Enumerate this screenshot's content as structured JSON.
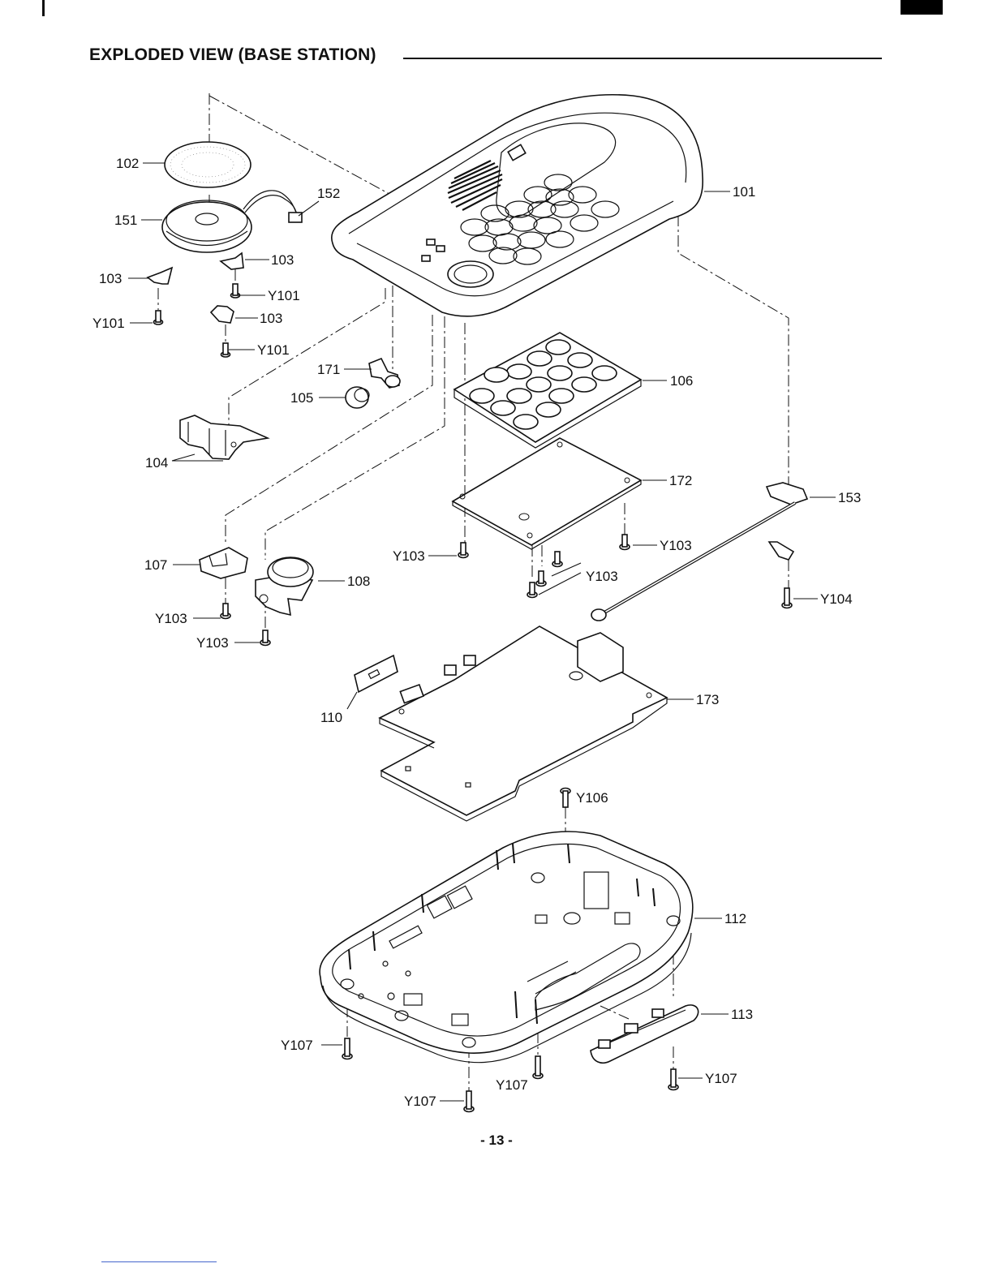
{
  "page": {
    "title": "EXPLODED VIEW (BASE STATION)",
    "page_number": "- 13 -"
  },
  "diagram": {
    "labels": {
      "p101": "101",
      "p102": "102",
      "p103a": "103",
      "p103b": "103",
      "p103c": "103",
      "p104": "104",
      "p105": "105",
      "p106": "106",
      "p107": "107",
      "p108": "108",
      "p110": "110",
      "p112": "112",
      "p113": "113",
      "p151": "151",
      "p152": "152",
      "p153": "153",
      "p171": "171",
      "p172": "172",
      "p173": "173",
      "y101a": "Y101",
      "y101b": "Y101",
      "y101c": "Y101",
      "y103a": "Y103",
      "y103b": "Y103",
      "y103c": "Y103",
      "y103d": "Y103",
      "y103e": "Y103",
      "y104": "Y104",
      "y106": "Y106",
      "y107a": "Y107",
      "y107b": "Y107",
      "y107c": "Y107",
      "y107d": "Y107"
    }
  }
}
